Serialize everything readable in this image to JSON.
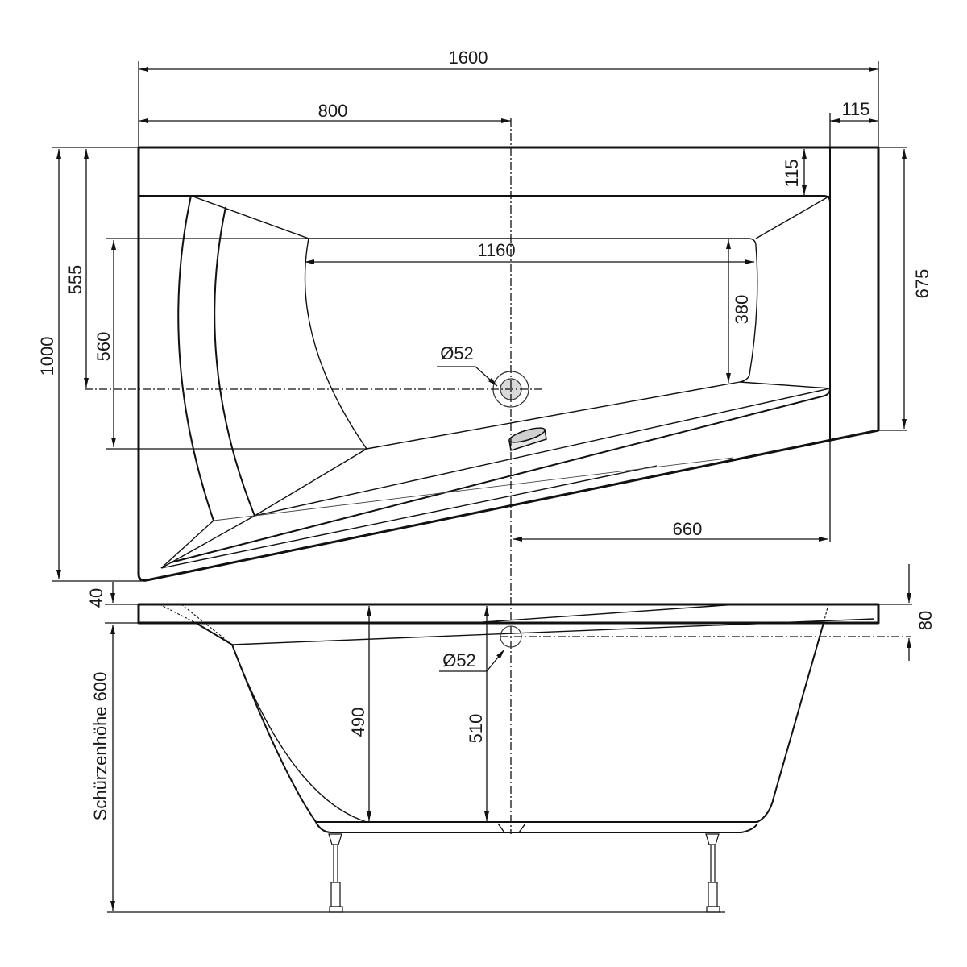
{
  "drawing": {
    "title": "Corner bathtub technical drawing (top view and side section)",
    "colors": {
      "line": "#111111",
      "drain_fill": "#d9d9d9",
      "background": "#ffffff"
    }
  },
  "top_view": {
    "dims": {
      "total_length": "1600",
      "half_length": "800",
      "right_rim_width": "115",
      "top_rim_depth": "115",
      "inner_floor_length": "1160",
      "inner_floor_width": "380",
      "right_side_depth": "675",
      "total_depth": "1000",
      "drain_offset_from_back": "555",
      "floor_depth_left": "560",
      "drain_offset_right": "660"
    },
    "drain_label": "Ø52"
  },
  "side_view": {
    "dims": {
      "offset_top": "40",
      "rim_height": "80",
      "inner_depth_left": "490",
      "inner_depth_center": "510",
      "apron_height": "Schürzenhöhe 600"
    },
    "overflow_label": "Ø52"
  }
}
